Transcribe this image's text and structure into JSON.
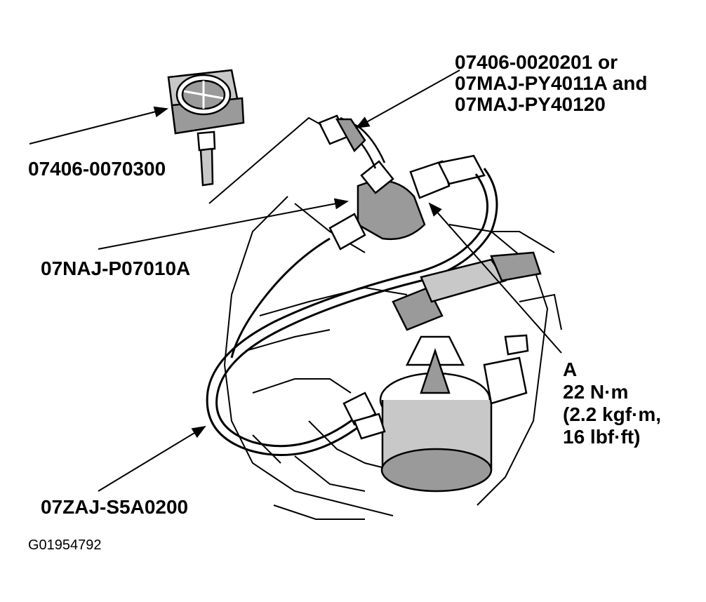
{
  "labels": {
    "hose_set": {
      "line1": "07406-0020201 or",
      "line2": "07MAJ-PY4011A and",
      "line3": "07MAJ-PY40120"
    },
    "gauge": "07406-0070300",
    "adapter": "07NAJ-P07010A",
    "tool_hose": "07ZAJ-S5A0200",
    "torque": {
      "callout": "A",
      "metric": "22 N·m",
      "kgf": "(2.2 kgf·m,",
      "lbf": "16 lbf·ft)"
    }
  },
  "figure_id": "G01954792",
  "colors": {
    "ink": "#000000",
    "paper": "#ffffff",
    "shade": "#9a9a9a",
    "light_shade": "#c8c8c8"
  }
}
